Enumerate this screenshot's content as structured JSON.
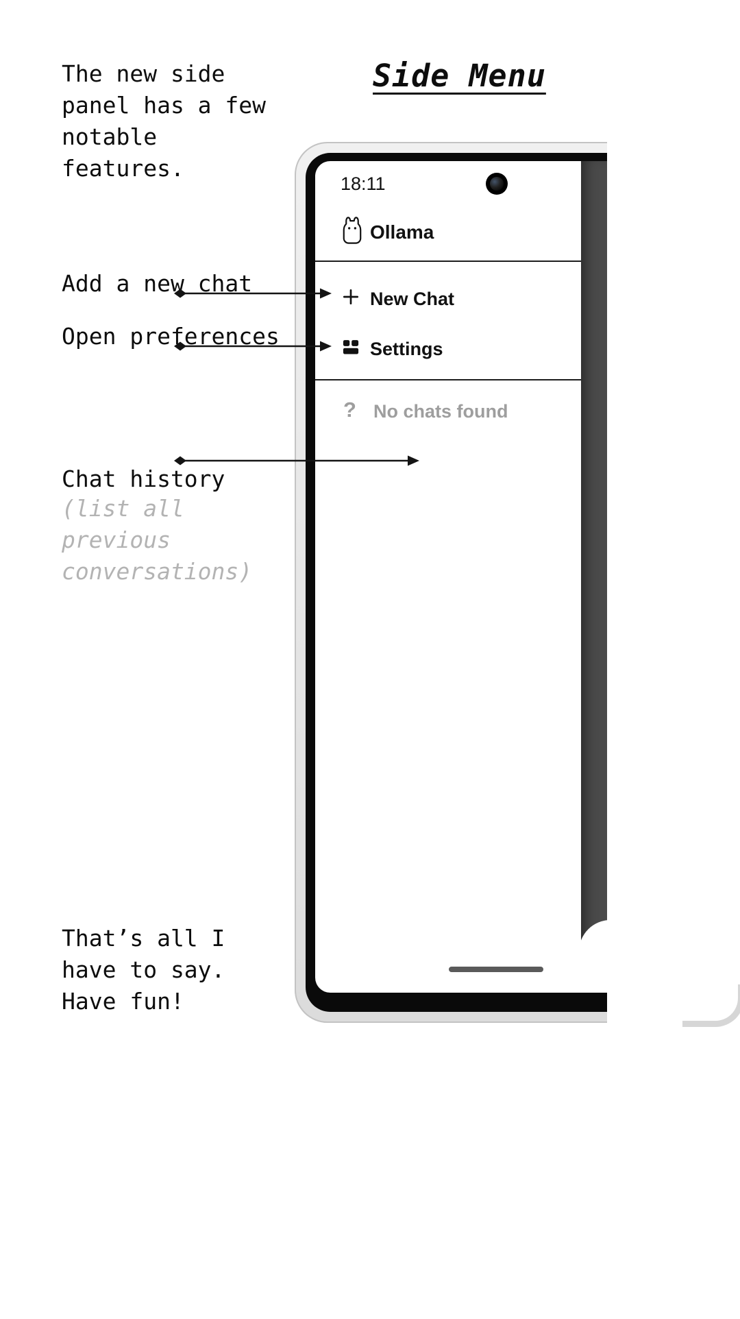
{
  "title": "Side Menu",
  "notes": {
    "intro": "The new side\npanel has a few\nnotable\nfeatures.",
    "new_chat_label": "Add a new chat",
    "preferences_label": "Open preferences",
    "history_label": "Chat history",
    "history_note": "(list all\nprevious\nconversations)",
    "outro": "That’s all I\nhave to say.\nHave fun!"
  },
  "phone": {
    "status_time": "18:11",
    "app_name": "Ollama",
    "menu_items": [
      {
        "label": "New Chat",
        "icon": "plus-icon"
      },
      {
        "label": "Settings",
        "icon": "settings-icon"
      }
    ],
    "empty_state": {
      "question_glyph": "?",
      "text": "No chats found"
    }
  },
  "colors": {
    "text": "#0d0d0d",
    "muted_note": "#b3b3b3",
    "empty_text": "#9e9e9e",
    "scrim": "#4a4a4a",
    "frame": "#e4e4e4",
    "bezel": "#0a0a0a"
  }
}
